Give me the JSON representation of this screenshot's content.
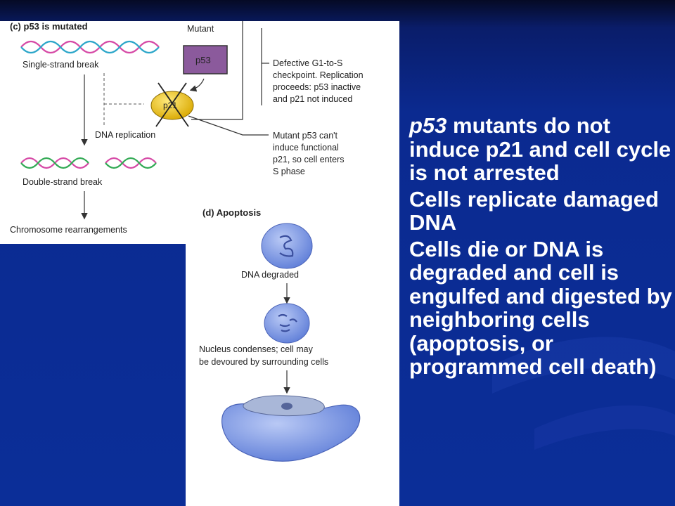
{
  "theme": {
    "background": "#0b2a90",
    "text": "#ffffff",
    "strand_a": "#d64aa6",
    "strand_b": "#2ca6c9",
    "strand_c": "#33aa55",
    "p53_box": "#8b5a9c",
    "p21_oval": "#e8c020",
    "cell_fill": "#8ea6e8"
  },
  "panel_c": {
    "title": "(c) p53 is mutated",
    "mutant_label": "Mutant",
    "p53_label": "p53",
    "p21_label": "p21",
    "single_strand_break": "Single-strand break",
    "dna_replication": "DNA replication",
    "double_strand_break": "Double-strand break",
    "chromosome_rearrangements": "Chromosome rearrangements",
    "defective_checkpoint_lines": [
      "Defective G1-to-S",
      "checkpoint. Replication",
      "proceeds: p53 inactive",
      "and p21 not induced"
    ],
    "mutant_p53_lines": [
      "Mutant p53 can't",
      "induce functional",
      "p21, so cell enters",
      "S phase"
    ]
  },
  "panel_d": {
    "title": "(d) Apoptosis",
    "dna_degraded": "DNA degraded",
    "nucleus_condenses_lines": [
      "Nucleus condenses; cell may",
      "be devoured by surrounding cells"
    ]
  },
  "bullets": {
    "b1_italic": "p53",
    "b1_rest": " mutants do not induce p21 and cell cycle is not arrested",
    "b2": "Cells replicate damaged DNA",
    "b3": "Cells die or DNA is degraded and cell is engulfed and digested by neighboring cells (apoptosis, or programmed cell death)"
  }
}
